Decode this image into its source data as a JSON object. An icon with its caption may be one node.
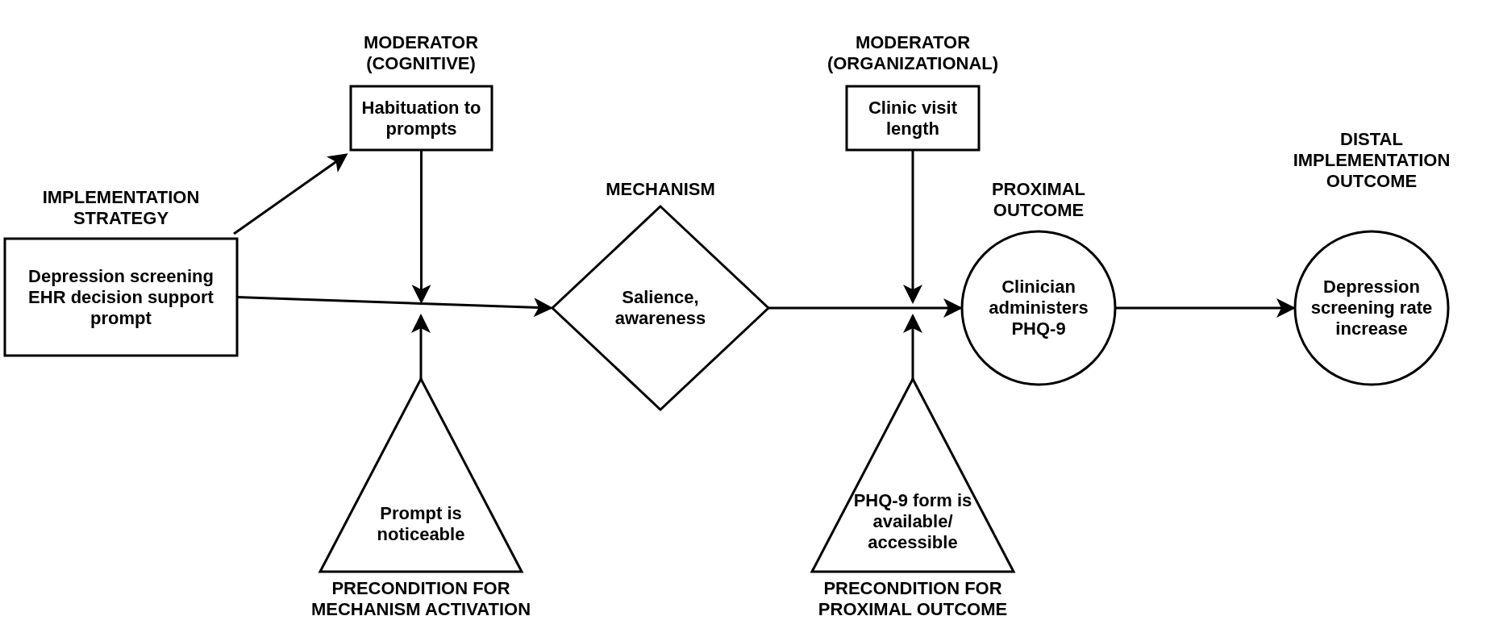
{
  "diagram": {
    "nodes": [
      {
        "text": [
          "IMPLEMENTATION STRATEGY",
          "Depression screening EHR decision support prompt"
        ]
      },
      {
        "text": [
          "MODERATOR (COGNITIVE)",
          "Habituation to prompts"
        ]
      },
      {
        "text": [
          "MECHANISM",
          "Salience, awareness"
        ]
      },
      {
        "text": [
          "MODERATOR (ORGANIZATIONAL)",
          "Clinic visit length"
        ]
      },
      {
        "text": [
          "PROXIMAL OUTCOME",
          "Clinician administers PHQ-9"
        ]
      },
      {
        "text": [
          "DISTAL IMPLEMENTATION OUTCOME",
          "Depression screening rate increase"
        ]
      },
      {
        "text": [
          "Prompt is noticeable",
          "PRECONDITION FOR MECHANISM ACTIVATION"
        ]
      },
      {
        "text": [
          "PHQ-9 form is available/ accessible",
          "PRECONDITION FOR PROXIMAL OUTCOME"
        ]
      }
    ],
    "edges": [
      {
        "from": 0,
        "to": 1,
        "arrow": "to"
      },
      {
        "from": 0,
        "to": 2,
        "arrow": "to"
      },
      {
        "from": 1,
        "to": null,
        "arrow": "to"
      },
      {
        "from": 6,
        "to": null,
        "arrow": "to"
      },
      {
        "from": 2,
        "to": 4,
        "arrow": "to"
      },
      {
        "from": 3,
        "to": null,
        "arrow": "to"
      },
      {
        "from": 7,
        "to": null,
        "arrow": "to"
      },
      {
        "from": 4,
        "to": 5,
        "arrow": "to"
      }
    ]
  }
}
